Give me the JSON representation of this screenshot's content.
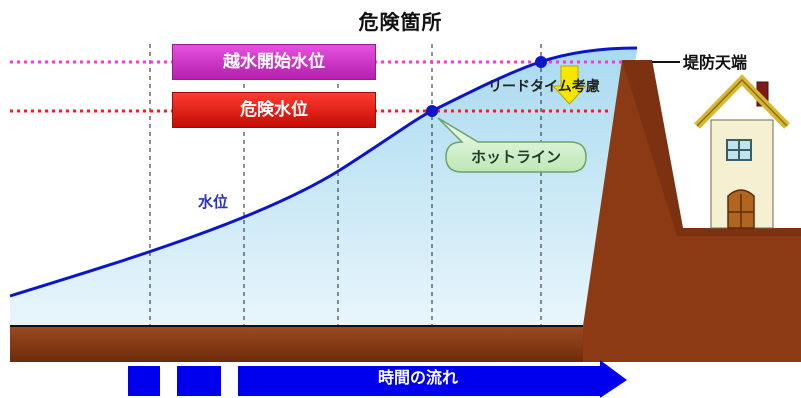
{
  "title": "危険箇所",
  "levels": {
    "overflow_label": "越水開始水位",
    "danger_label": "危険水位"
  },
  "lead_time_label": "リードタイム考慮",
  "levee_crest_label": "堤防天端",
  "water_level_label": "水位",
  "hotline_label": "ホットライン",
  "time_flow_label": "時間の流れ",
  "colors": {
    "overflow_line": "#ff33dd",
    "danger_line": "#ff1a1a",
    "water_curve": "#0b16c8",
    "water_fill": "#cdebf6",
    "ground": "#8b3a14",
    "arrow": "#0000ee",
    "callout": "#d6f2d0",
    "lead_time_arrow": "#f6e600"
  },
  "icons": [
    "house-icon",
    "down-arrow-icon",
    "right-arrow-icon"
  ]
}
